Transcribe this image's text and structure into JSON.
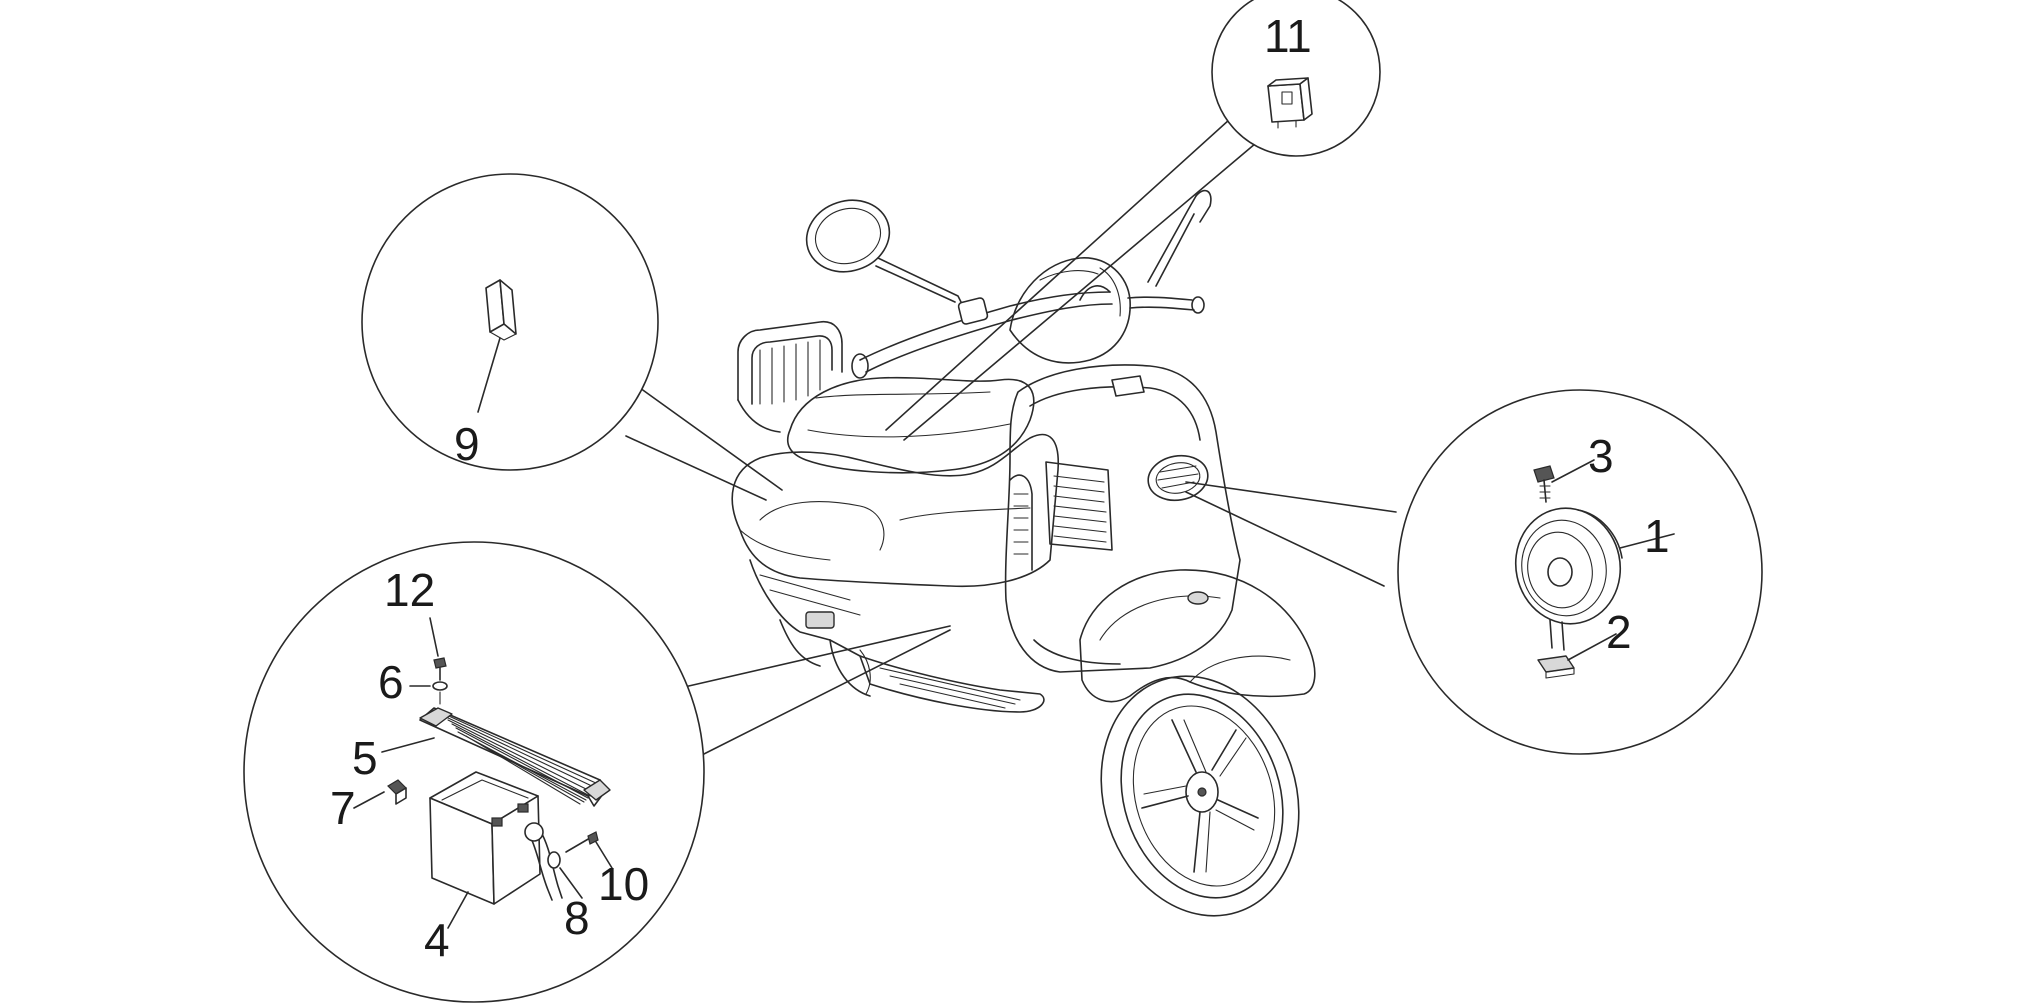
{
  "callouts": [
    {
      "id": "1",
      "text": "1"
    },
    {
      "id": "2",
      "text": "2"
    },
    {
      "id": "3",
      "text": "3"
    },
    {
      "id": "4",
      "text": "4"
    },
    {
      "id": "5",
      "text": "5"
    },
    {
      "id": "6",
      "text": "6"
    },
    {
      "id": "7",
      "text": "7"
    },
    {
      "id": "8",
      "text": "8"
    },
    {
      "id": "9",
      "text": "9"
    },
    {
      "id": "10",
      "text": "10"
    },
    {
      "id": "11",
      "text": "11"
    },
    {
      "id": "12",
      "text": "12"
    }
  ],
  "colors": {
    "line": "#2a2a2a",
    "background": "#ffffff"
  }
}
